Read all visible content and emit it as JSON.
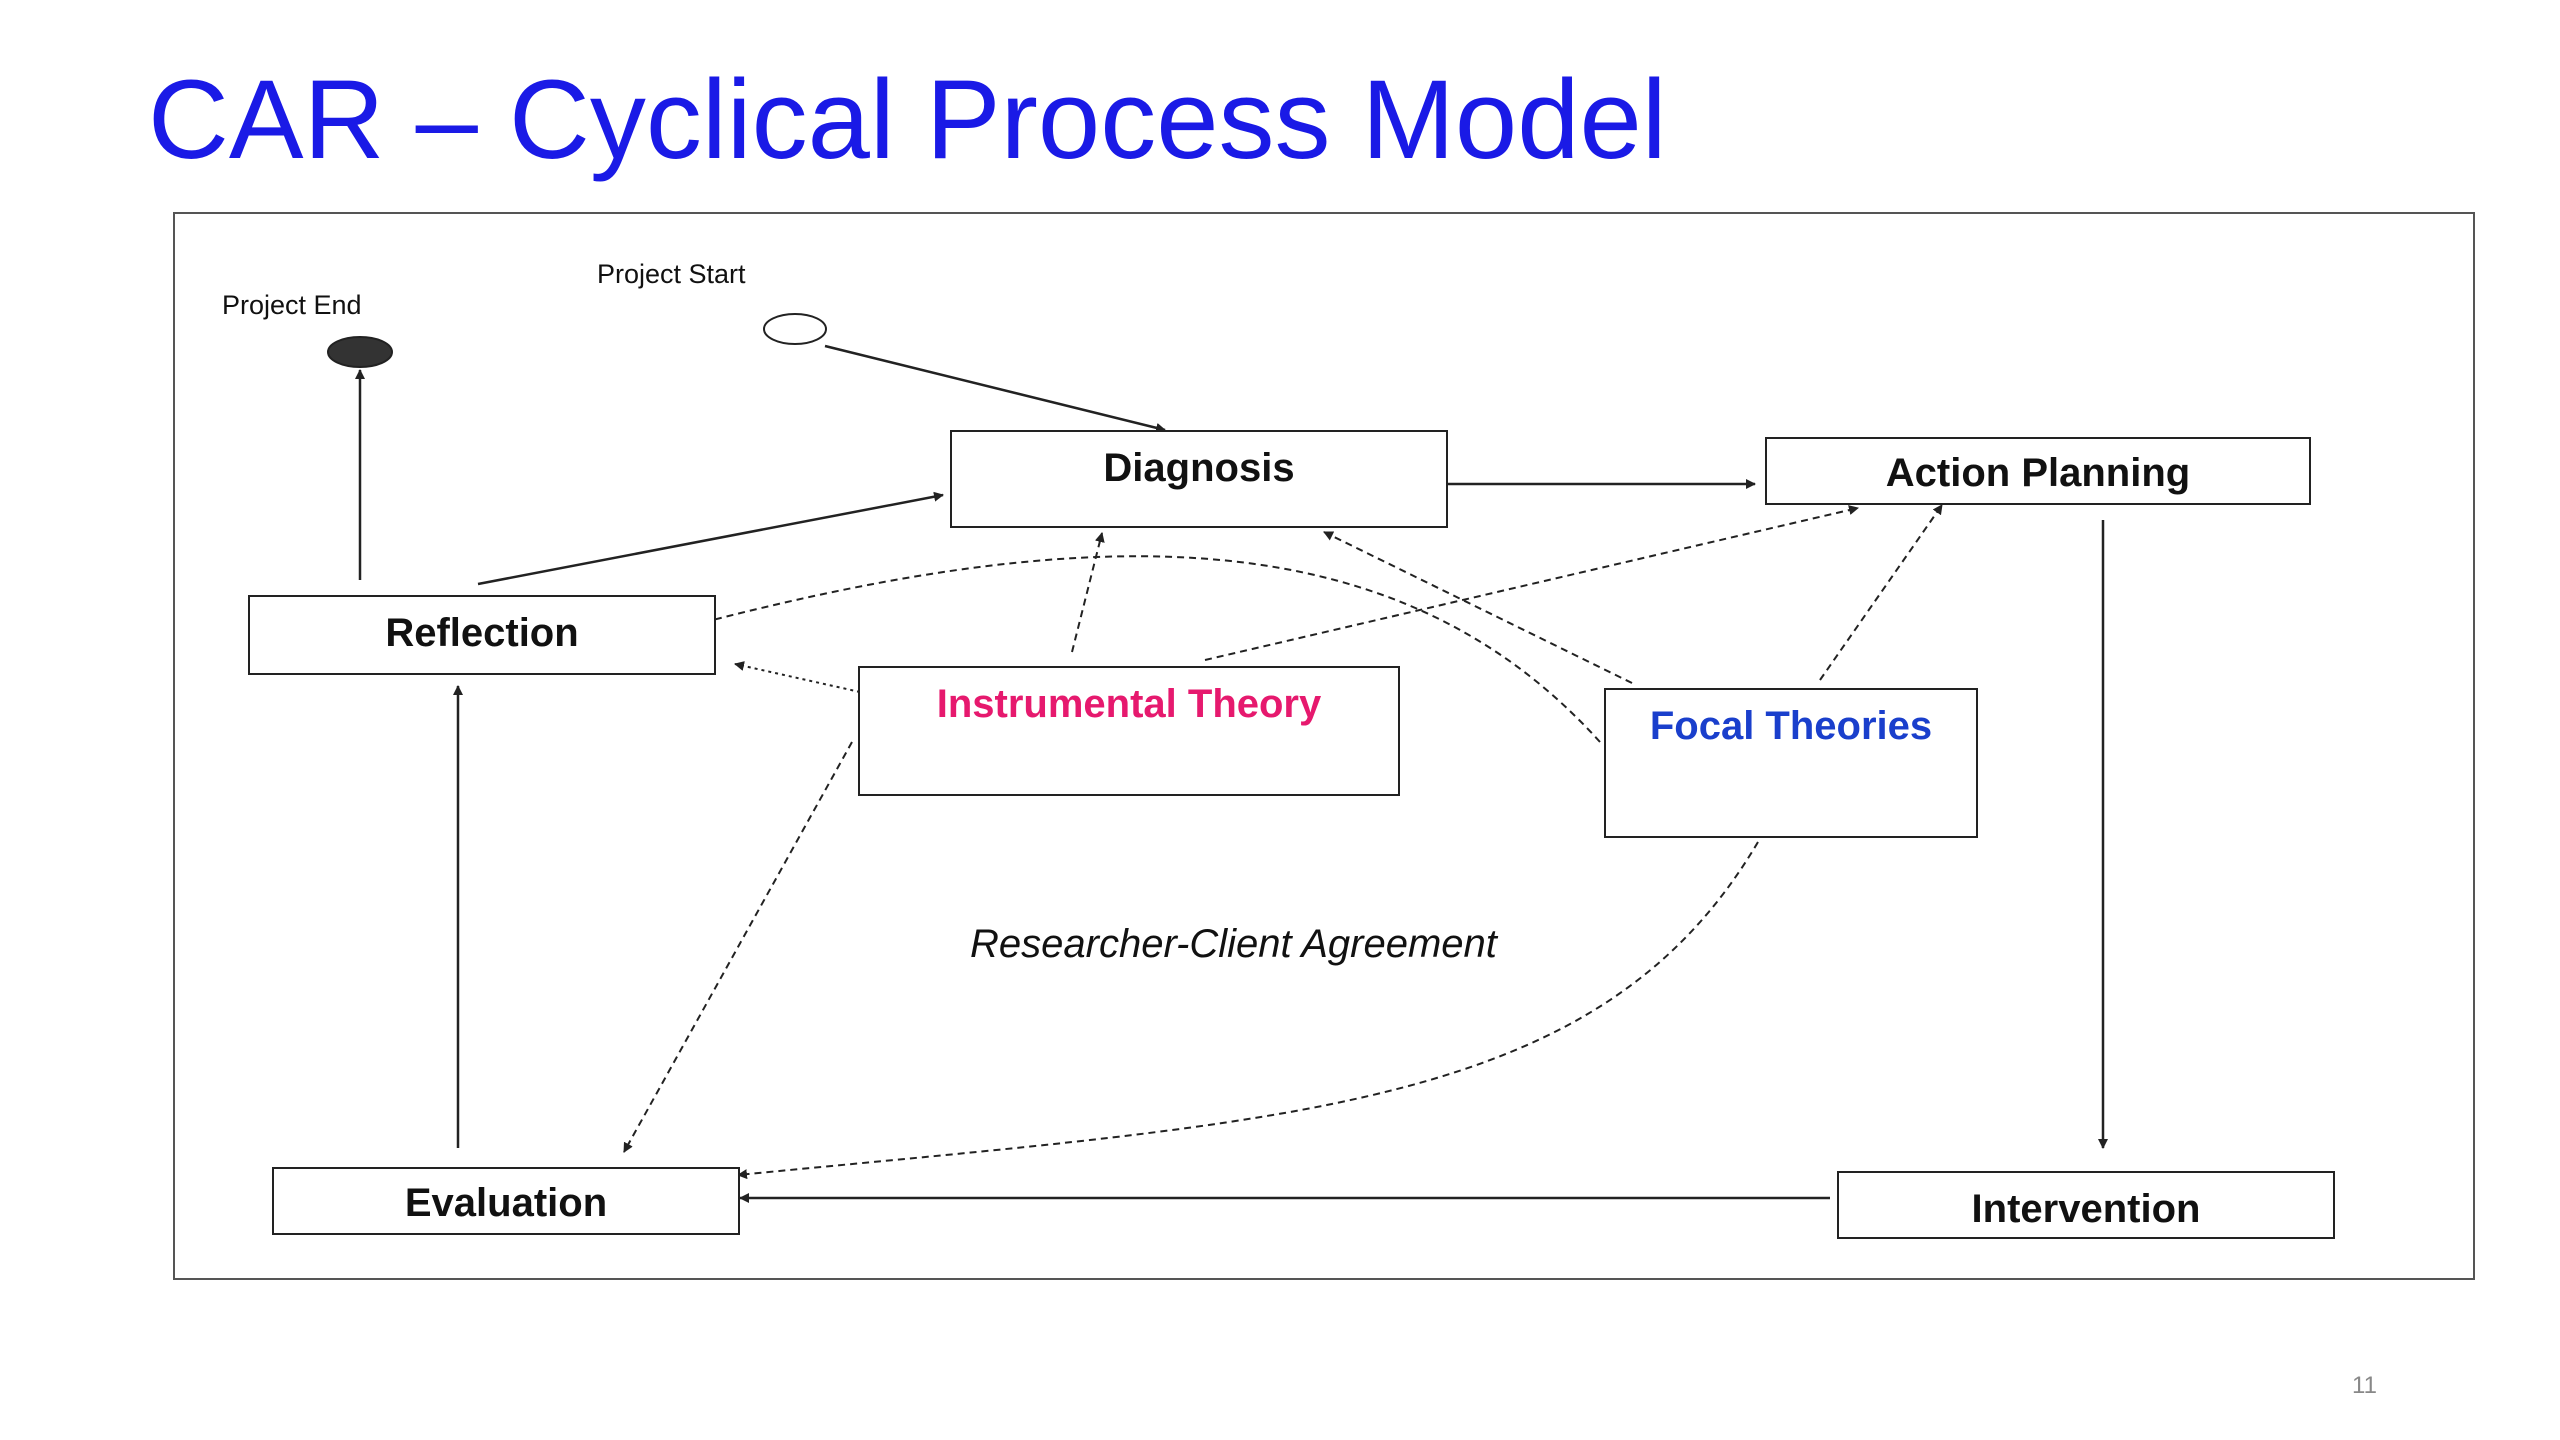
{
  "slide": {
    "title": "CAR – Cyclical Process Model",
    "page_number": "11",
    "title_color": "#1a1ae6"
  },
  "diagram": {
    "labels": {
      "project_end": "Project End",
      "project_start": "Project Start",
      "agreement": "Researcher-Client Agreement"
    },
    "nodes": {
      "diagnosis": "Diagnosis",
      "action_planning": "Action Planning",
      "reflection": "Reflection",
      "instrumental_theory": "Instrumental Theory",
      "focal_theories": "Focal Theories",
      "evaluation": "Evaluation",
      "intervention": "Intervention"
    },
    "colors": {
      "instrumental_theory": "#e6196e",
      "focal_theories": "#1a3fcc",
      "lines": "#222222"
    }
  }
}
